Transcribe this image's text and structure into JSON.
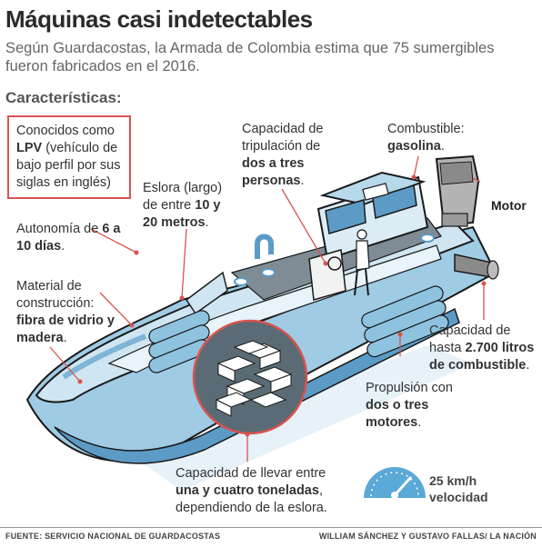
{
  "title": "Máquinas casi indetectables",
  "subtitle": "Según Guardacostas, la Armada de Colombia estima que 75 sumergibles fueron fabricados en el 2016.",
  "section_title": "Características:",
  "labels": {
    "lpv": {
      "p1": "Conocidos como ",
      "b1": "LPV",
      "p2": " (vehículo de bajo perfil por sus siglas en inglés)"
    },
    "autonomia": {
      "p1": "Autonomía de ",
      "b1": "6 a 10 días",
      "p2": "."
    },
    "material": {
      "p1": "Material de construcción: ",
      "b1": "fibra de vidrio y madera",
      "p2": "."
    },
    "eslora": {
      "p1": "Eslora (largo) de entre ",
      "b1": "10 y 20 metros",
      "p2": "."
    },
    "tripulacion": {
      "p1": "Capacidad de tripulación de ",
      "b1": "dos a tres personas",
      "p2": "."
    },
    "combustible": {
      "p1": "Combustible: ",
      "b1": "gasolina",
      "p2": "."
    },
    "capacidad_comb": {
      "p1": "Capacidad de hasta ",
      "b1": "2.700 litros de combustible",
      "p2": "."
    },
    "propulsion": {
      "p1": "Propulsión con ",
      "b1": "dos o tres motores",
      "p2": "."
    },
    "carga": {
      "p1": "Capacidad de llevar entre ",
      "b1": "una y cuatro toneladas",
      "p2": ", dependiendo de la eslora."
    }
  },
  "motor_label": "Motor",
  "speed": {
    "value": "25 km/h",
    "label": "velocidad"
  },
  "footer": {
    "source": "FUENTE: SERVICIO NACIONAL DE GUARDACOSTAS",
    "credit": "WILLIAM SÁNCHEZ Y GUSTAVO FALLAS/ LA NACIÓN"
  },
  "colors": {
    "accent": "#d9534f",
    "hull_light": "#dcecf5",
    "hull_blue": "#8ec3e0",
    "deck": "#b7d9ec",
    "gauge": "#5aa9d6"
  }
}
